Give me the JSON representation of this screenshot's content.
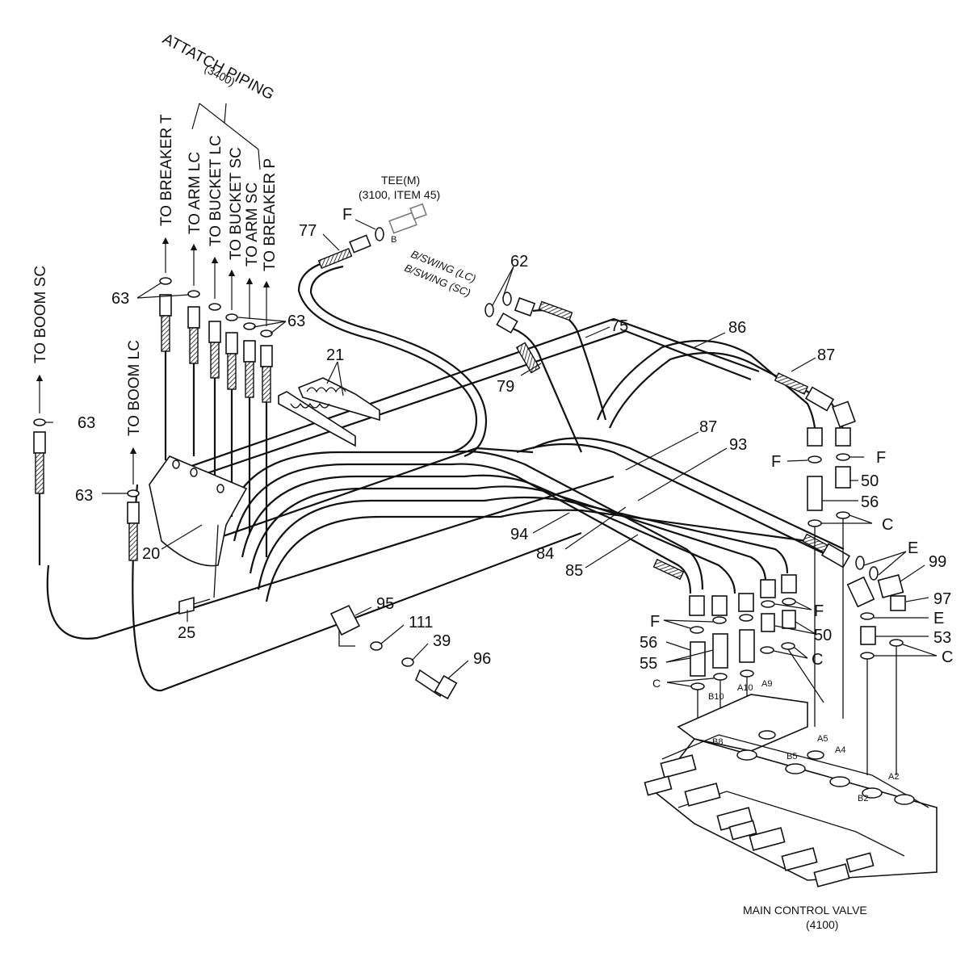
{
  "title": {
    "attach_line1": "ATTATCH PIPING",
    "attach_line2": "(3400)"
  },
  "destinations": {
    "boom_sc": "TO BOOM SC",
    "boom_lc": "TO BOOM LC",
    "breaker_t": "TO BREAKER T",
    "arm_lc": "TO ARM LC",
    "bucket_lc": "TO BUCKET LC",
    "bucket_sc": "TO BUCKET SC",
    "arm_sc": "TO ARM SC",
    "breaker_p": "TO BREAKER P"
  },
  "tee": {
    "line1": "TEE(M)",
    "line2": "(3100, ITEM 45)",
    "port": "B"
  },
  "swing": {
    "lc": "B/SWING (LC)",
    "sc": "B/SWING (SC)"
  },
  "valve": {
    "line1": "MAIN CONTROL VALVE",
    "line2": "(4100)",
    "ports": [
      "A10",
      "A9",
      "B10",
      "B8",
      "B5",
      "A5",
      "A4",
      "A2",
      "B2"
    ]
  },
  "parts": {
    "p63": "63",
    "p77": "77",
    "pF": "F",
    "p62": "62",
    "p75": "75",
    "p86": "86",
    "p87": "87",
    "p79": "79",
    "p21": "21",
    "p93": "93",
    "p50": "50",
    "p56": "56",
    "pC": "C",
    "p94": "94",
    "p84": "84",
    "p85": "85",
    "pE": "E",
    "p99": "99",
    "p97": "97",
    "p53": "53",
    "p55": "55",
    "p20": "20",
    "p25": "25",
    "p95": "95",
    "p111": "111",
    "p39": "39",
    "p96": "96"
  }
}
